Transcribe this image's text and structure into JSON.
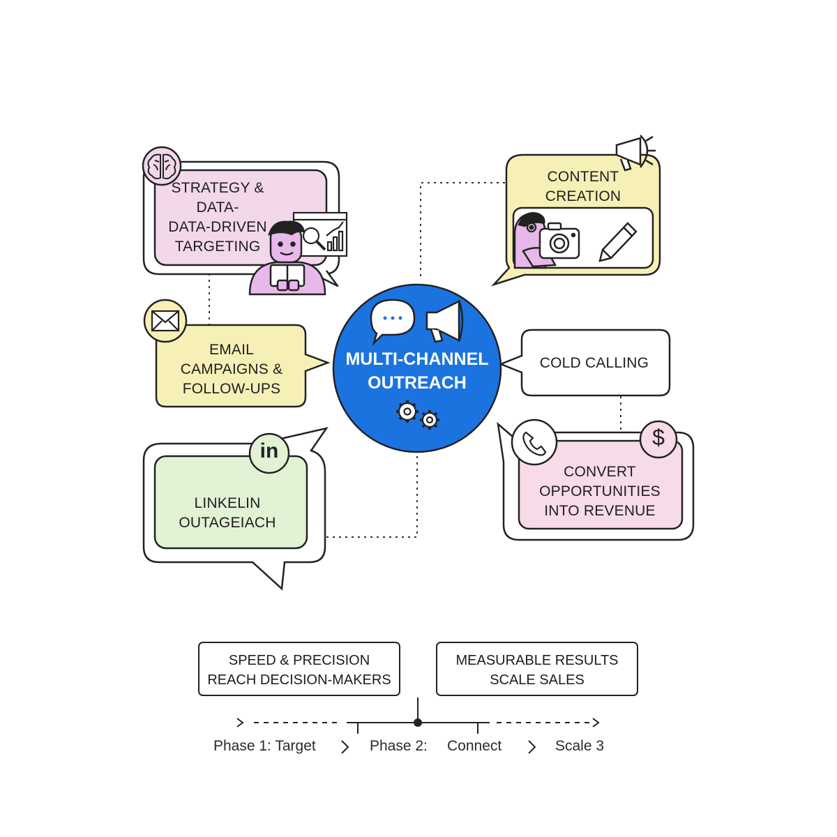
{
  "hub": {
    "line1": "MULTI-CHANNEL",
    "line2": "OUTREACH",
    "icons": [
      "chat-bubble-icon",
      "megaphone-icon",
      "gears-icon"
    ]
  },
  "nodes": {
    "strategy": {
      "lines": [
        "STRATEGY &",
        "DATA-",
        "DATA-DRIVEN",
        "TARGETING"
      ],
      "icon": "brain-icon",
      "illustration": "person-with-laptop-and-analytics",
      "fill": "#f2d8ea"
    },
    "content": {
      "lines": [
        "CONTENT",
        "CREATION"
      ],
      "icon": "megaphone-icon",
      "illustration": "person-with-camera-and-pencil",
      "fill": "#f7f0b6"
    },
    "email": {
      "lines": [
        "EMAIL",
        "CAMPAIGNS &",
        "FOLLOW-UPS"
      ],
      "icon": "envelope-icon",
      "fill": "#f7f0b6"
    },
    "cold": {
      "lines": [
        "COLD CALLING"
      ],
      "icon": "phone-icon",
      "fill": "#ffffff"
    },
    "linkedin": {
      "lines": [
        "LINKELIN",
        "OUTAGEIACH"
      ],
      "icon": "linkedin-icon",
      "badge": "in",
      "fill": "#e2f2d5"
    },
    "convert": {
      "lines": [
        "CONVERT",
        "OPPORTUNITIES",
        "INTO REVENUE"
      ],
      "icon": "dollar-icon",
      "badge": "$",
      "fill": "#f7dbe8"
    }
  },
  "notes": [
    {
      "lines": [
        "SPEED & PRECISION",
        "REACH DECISION-MAKERS"
      ]
    },
    {
      "lines": [
        "MEASURABLE RESULTS",
        "SCALE SALES"
      ]
    }
  ],
  "timeline": {
    "phase1": "Phase 1: Target",
    "phase2": "Phase 2:",
    "connect": "Connect",
    "scale": "Scale 3"
  },
  "colors": {
    "hub": "#1b73e0",
    "outline": "#222222",
    "lilac": "#e7b8ea",
    "pink": "#f2d8ea",
    "yellow": "#f7f0b6",
    "green": "#e2f2d5"
  }
}
